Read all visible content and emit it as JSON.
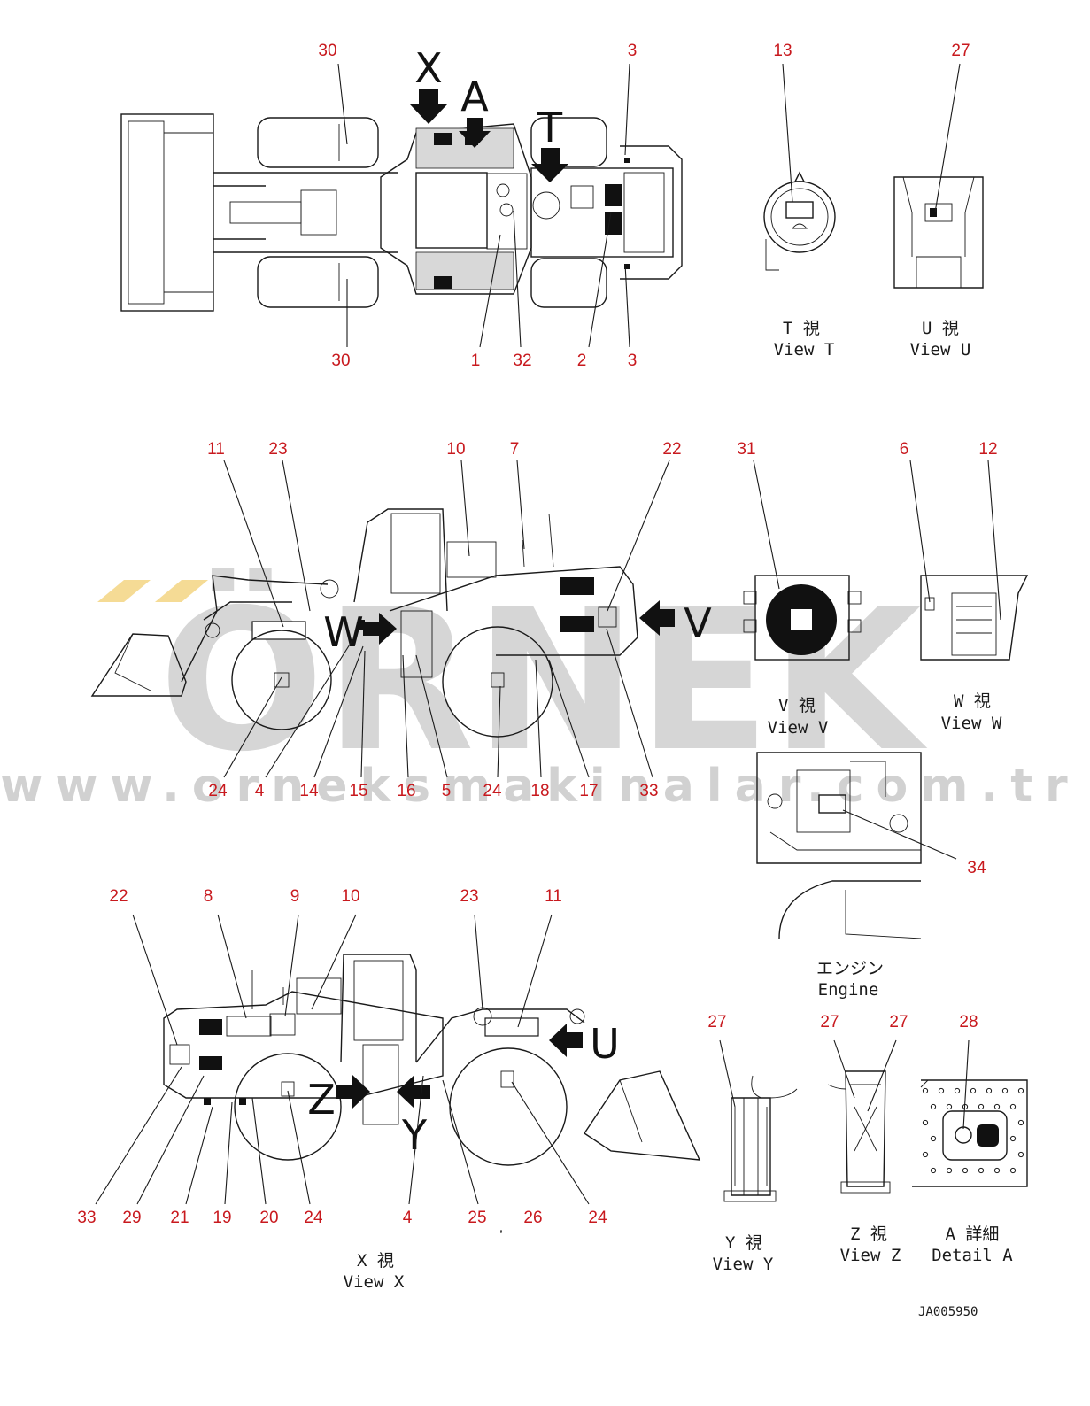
{
  "watermark": {
    "brand": "ÖRNEK",
    "url": "www.orneksmakinalar.com.tr"
  },
  "drawing_number": "JA005950",
  "arrows": {
    "X": "X",
    "A": "A",
    "T": "T",
    "W": "W",
    "V": "V",
    "U": "U",
    "Z": "Z",
    "Y": "Y"
  },
  "top_view": {
    "callouts": [
      {
        "id": "c30a",
        "label": "30"
      },
      {
        "id": "c3a",
        "label": "3"
      },
      {
        "id": "c30b",
        "label": "30"
      },
      {
        "id": "c1",
        "label": "1"
      },
      {
        "id": "c32",
        "label": "32"
      },
      {
        "id": "c2",
        "label": "2"
      },
      {
        "id": "c3b",
        "label": "3"
      }
    ]
  },
  "view_t": {
    "callout": "13",
    "caption_jp": "T 視",
    "caption_en": "View T"
  },
  "view_u": {
    "callout": "27",
    "caption_jp": "U 視",
    "caption_en": "View U"
  },
  "side_view_left": {
    "callouts_top": [
      "11",
      "23",
      "10",
      "7",
      "22"
    ],
    "callouts_bottom": [
      "24",
      "4",
      "14",
      "15",
      "16",
      "5",
      "24",
      "18",
      "17",
      "33"
    ]
  },
  "view_v": {
    "callout": "31",
    "caption_jp": "V 視",
    "caption_en": "View V"
  },
  "view_w": {
    "callouts": [
      "6",
      "12"
    ],
    "caption_jp": "W 視",
    "caption_en": "View W"
  },
  "engine": {
    "callout": "34",
    "caption_jp": "エンジン",
    "caption_en": "Engine"
  },
  "view_x": {
    "callouts_top": [
      "22",
      "8",
      "9",
      "10",
      "23",
      "11"
    ],
    "callouts_bottom": [
      "33",
      "29",
      "21",
      "19",
      "20",
      "24",
      "4",
      "25",
      ",",
      "26",
      "24"
    ],
    "caption_jp": "X 視",
    "caption_en": "View X"
  },
  "view_y": {
    "callout": "27",
    "caption_jp": "Y 視",
    "caption_en": "View Y"
  },
  "view_z": {
    "callouts": [
      "27",
      "27"
    ],
    "caption_jp": "Z 視",
    "caption_en": "View Z"
  },
  "detail_a": {
    "callout": "28",
    "caption_jp": "A 詳細",
    "caption_en": "Detail A"
  }
}
